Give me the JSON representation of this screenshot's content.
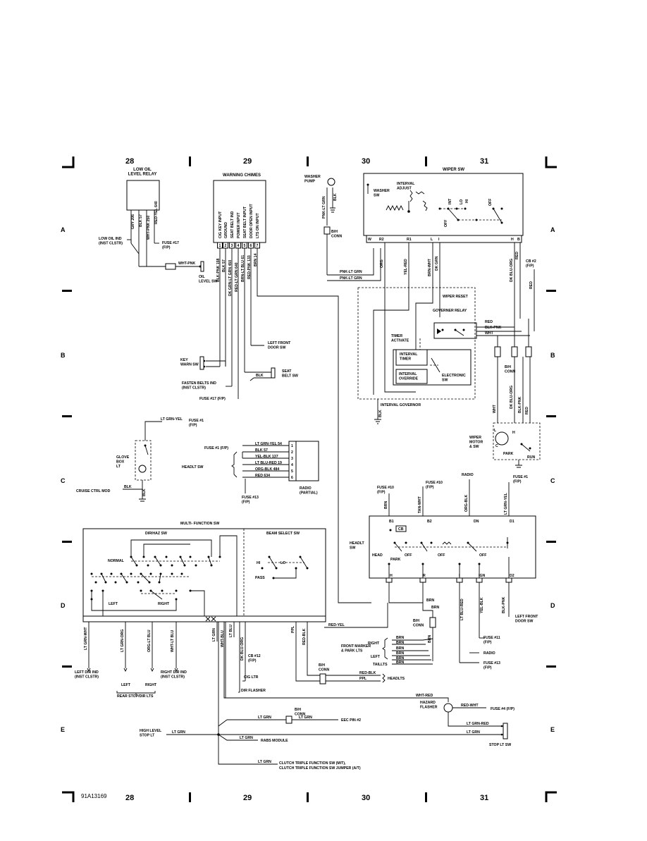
{
  "grid": {
    "columns": [
      "28",
      "29",
      "30",
      "31"
    ],
    "rows": [
      "A",
      "B",
      "C",
      "D",
      "E"
    ]
  },
  "figure_id": "91A13169",
  "components": {
    "low_oil_relay": "LOW OIL\nLEVEL RELAY",
    "warning_chimes": "WARNING CHIMES",
    "washer_pump": "WASHER\nPUMP",
    "wiper_sw": "WIPER SW",
    "washer_sw": "WASHER\nSW",
    "interval_adjust": "INTERVAL\nADJUST",
    "int": "INT",
    "lo": "LO",
    "hi": "HI",
    "off": "OFF",
    "off2": "OFF",
    "wiper_reset": "WIPER RESET",
    "governer_relay": "GOVERNER RELAY",
    "timer_activate": "TIMER\nACTIVATE",
    "interval_timer": "INTERVAL\nTIMER",
    "interval_override": "INTERVAL\nOVERRIDE",
    "electronic_sw": "ELECTRONIC\nSW",
    "interval_governor": "INTERVAL GOVERNOR",
    "wiper_motor": "WIPER\nMOTOR\n& SW",
    "park": "PARK",
    "run": "RUN",
    "oil_level_sw": "OIL\nLEVEL SW",
    "key_warn_sw": "KEY\nWARN SW",
    "left_front_door_sw": "LEFT FRONT\nDOOR SW",
    "seat_belt_sw": "SEAT\nBELT SW",
    "fasten_belts_ind": "FASTEN BELTS IND\n(INST CLSTR)",
    "fuse17_fp": "FUSE #17 (F/P)",
    "glove_box_lt": "GLOVE\nBOX\nLT",
    "cruise_ctrl_mod": "CRUISE CTRL MOD",
    "headlt_sw_c": "HEADLT SW",
    "radio_partial": "RADIO\n(PARTIAL)",
    "fuse1_fp_c": "FUSE #1 (F/P)",
    "fuse13_fp_c": "FUSE #13\n(F/P)",
    "radio_top": "RADIO",
    "fuse10_fp_a": "FUSE #10\n(F/P)",
    "fuse10_fp_b": "FUSE #10\n(F/P)",
    "fuse1_fp_d": "FUSE #1\n(F/P)",
    "headlt_sw_d": "HEADLT\nSW",
    "cb": "CB",
    "head": "HEAD",
    "park_d": "PARK",
    "off_d1": "OFF",
    "off_d2": "OFF",
    "off_d3": "OFF",
    "multi_function_sw": "MULTI- FUNCTION SW",
    "dir_haz_sw": "DIR/HAZ SW",
    "beam_select_sw": "BEAM SELECT SW",
    "normal": "NORMAL",
    "left": "LEFT",
    "right": "RIGHT",
    "hi_b": "HI",
    "lo_b": "LO",
    "pass": "PASS",
    "left_front_door_sw_d": "LEFT FRONT\nDOOR SW",
    "front_marker": "FRONT MARKER\n& PARK LTS",
    "right_fm": "RIGHT",
    "left_fm": "LEFT",
    "taillts": "TAILLTS",
    "headlts": "HEADLTS",
    "fuse11_fp": "FUSE #11\n(F/P)",
    "radio_d": "RADIO",
    "fuse13_fp_d": "FUSE #13\n(F/P)",
    "left_dir_ind": "LEFT DIR IND\n(INST CLSTR)",
    "right_dir_ind": "RIGHT DIR IND\n(INST CLSTR)",
    "rear_stop_left": "LEFT",
    "rear_stop_right": "RIGHT",
    "rear_stop_dir_lts": "REAR STOP/DIR LTS",
    "cb12": "CB #12\n(F/P)",
    "cig_ltr": "CIG LTR",
    "dir_flasher": "DIR FLASHER",
    "hazard_flasher": "HAZARD\nFLASHER",
    "fuse4_fp": "FUSE #4 (F/P)",
    "eec_pin2": "EEC PIN #2",
    "high_level_stop": "HIGH LEVEL\nSTOP LT",
    "rabs_module": "RABS MODULE",
    "clutch_mt": "CLUTCH TRIPLE FUNCTION SW (M/T),",
    "clutch_at": "CLUTCH TRIPLE FUNCTION SW JUMPER (A/T)",
    "stop_lt_sw": "STOP LT SW",
    "cb2": "CB #2\n(F/P)",
    "low_oil_ind": "LOW OIL IND\n(INST CLSTR)",
    "fuse17_fp_a": "FUSE #17\n(F/P)",
    "bh_conn_a": "B/H\nCONN",
    "bh_conn_b": "B/H\nCONN",
    "bh_conn_d1": "B/H\nCONN",
    "bh_conn_d2": "B/H\nCONN",
    "bh_conn_e": "B/H\nCONN",
    "fuse1_fp_glove": "FUSE #1\n(F/P)"
  },
  "chime_pins": [
    "CIG KEY INPUT",
    "GROUND",
    "SEAT BELT IND",
    "POWER INPUT",
    "SEAT BELT INPUT",
    "DOOR OPEN INPUT",
    "LTS ON INPUT"
  ],
  "chime_pin_numbers": [
    "1",
    "2",
    "3",
    "4",
    "5",
    "6",
    "7"
  ],
  "wires": {
    "oil_grv": "GRY 206",
    "oil_blk": "BLK 57",
    "oil_wht": "WHT-PNK 250",
    "oil_red": "RED-YEL 640",
    "oil_whtpnk": "WHT-PNK",
    "ch1": "BLK-PNK 158",
    "ch2": "BLK 57",
    "ch3": "DK GRN-LT GRN 450",
    "ch4": "RED-LT GRN 640",
    "ch5": "BRN-LT BLU 61",
    "ch6": "RED-PNK 133",
    "ch7": "BRN 14",
    "pnk_lt_grn": "PNK-LT GRN",
    "blk_wp": "BLK",
    "pnk1": "PNK-LT GRN",
    "pnk2": "PNK-LT GRN",
    "org": "ORG",
    "yel_red": "YEL-RED",
    "brn_wht": "BRN-WHT",
    "dk_grn": "DK GRN",
    "dk_blu_org": "DK BLU-ORG",
    "red_cb": "RED",
    "red_g": "RED",
    "blk_pnk_g": "BLK-PNK",
    "wht_g": "WHT",
    "blk_gov": "BLK",
    "wht_m": "WHT",
    "dk_blu_org_m": "DK BLU-ORG",
    "blk_pnk_m": "BLK-PNK",
    "red_m": "RED",
    "blk_seat": "BLK",
    "lt_grn_yel": "LT GRN-YEL",
    "blk_cruise": "BLK",
    "blk_gl": "BLK",
    "r1": "LT GRN-YEL 54",
    "r2": "BLK 57",
    "r3": "YEL-BLK 137",
    "r4": "LT BLU-RED 19",
    "r5": "ORG-BLK 484",
    "r6": "RED 634",
    "brn_top": "BRN",
    "tan_wht": "TAN-WHT",
    "org_blk": "ORG-BLK",
    "lt_grn_yel_top": "LT GRN-YEL",
    "brn_d1": "BRN",
    "brn_d2": "BRN",
    "lt_blu_red": "LT BLU-RED",
    "yel_blk": "YEL-BLK",
    "blk_pnk_d": "BLK-PNK",
    "red_yel": "RED-YEL",
    "brn_fm1": "BRN",
    "brn_fm2": "BRN",
    "brn_fm3": "BRN",
    "brn_fm4": "BRN",
    "brn_fm5": "BRN",
    "brn_fm6": "BRN",
    "brn_v": "BRN",
    "red_blk": "RED-BLK",
    "ppl": "PPL",
    "red_blk_h": "RED-BLK",
    "ppl_h": "PPL",
    "lt_grn_wht": "LT GRN-WHT",
    "lt_grn_org": "LT GRN-ORG",
    "org_lt_blu": "ORG-LT BLU",
    "wht_lt_blu": "WHT-LT BLU",
    "lt_grn": "LT GRN",
    "wht_blu": "WHT-BLU",
    "lt_blu": "LT BLU",
    "dk_blu_org_d": "DK BLU-ORG",
    "wht_red": "WHT-RED",
    "red_wht": "RED-WHT",
    "lt_grn_red": "LT GRN-RED",
    "lt_grn_e1": "LT GRN",
    "lt_grn_e2": "LT GRN",
    "lt_grn_e3": "LT GRN",
    "lt_grn_e4": "LT GRN",
    "lt_grn_e5": "LT GRN",
    "lt_grn_e6": "LT GRN"
  },
  "terminals": {
    "w": "W",
    "r2": "R2",
    "r1": "R1",
    "l": "L",
    "i": "I",
    "h": "H",
    "b": "B",
    "b1": "B1",
    "b2": "B2",
    "dn": "DN",
    "d1": "D1",
    "h_d": "H",
    "r_d": "R",
    "i_d": "I",
    "ign": "IGN",
    "d2": "D2",
    "m_l": "L",
    "m_h": "H",
    "m_c": "C",
    "radio_pins": [
      "1",
      "2",
      "3",
      "4",
      "5",
      "6"
    ]
  }
}
